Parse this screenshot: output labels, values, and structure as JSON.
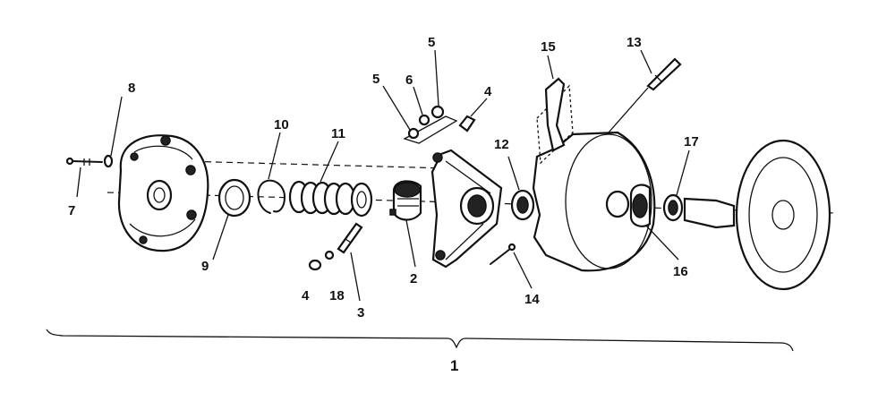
{
  "callouts": {
    "c1": "1",
    "c2": "2",
    "c3": "3",
    "c4a": "4",
    "c4b": "4",
    "c5a": "5",
    "c5b": "5",
    "c6": "6",
    "c7": "7",
    "c8": "8",
    "c9": "9",
    "c10": "10",
    "c11": "11",
    "c12": "12",
    "c13": "13",
    "c14": "14",
    "c15": "15",
    "c16": "16",
    "c17": "17",
    "c18": "18"
  }
}
